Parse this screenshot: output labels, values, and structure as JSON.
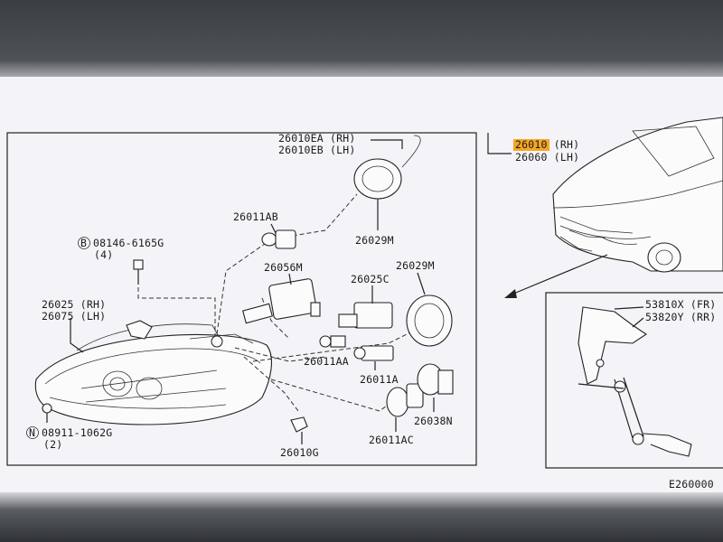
{
  "callouts": {
    "headlamp_assy_rh": "26010 (RH)",
    "headlamp_assy_lh": "26060 (LH)",
    "cap_rh": "26010EA (RH)",
    "cap_lh": "26010EB (LH)",
    "bulb_ab": "26011AB",
    "cap_m_top": "26029M",
    "screw_b": "08146-6165G",
    "screw_b_qty": "(4)",
    "socket_m": "26056M",
    "cap_m_mid": "26029M",
    "socket_c": "26025C",
    "lens_rh": "26025 (RH)",
    "lens_lh": "26075 (LH)",
    "bulb_aa": "26011AA",
    "bulb_a": "26011A",
    "bulb_ac": "26011AC",
    "socket_n": "26038N",
    "nut_n": "08911-1062G",
    "nut_n_qty": "(2)",
    "clip_g": "26010G",
    "leveling_sensor_fr": "53810X (FR)",
    "leveling_sensor_rr": "53820Y (RR)",
    "figure_code": "E260000"
  },
  "badges": {
    "screw": "B",
    "nut": "N"
  },
  "highlight_color": "#f6a623"
}
